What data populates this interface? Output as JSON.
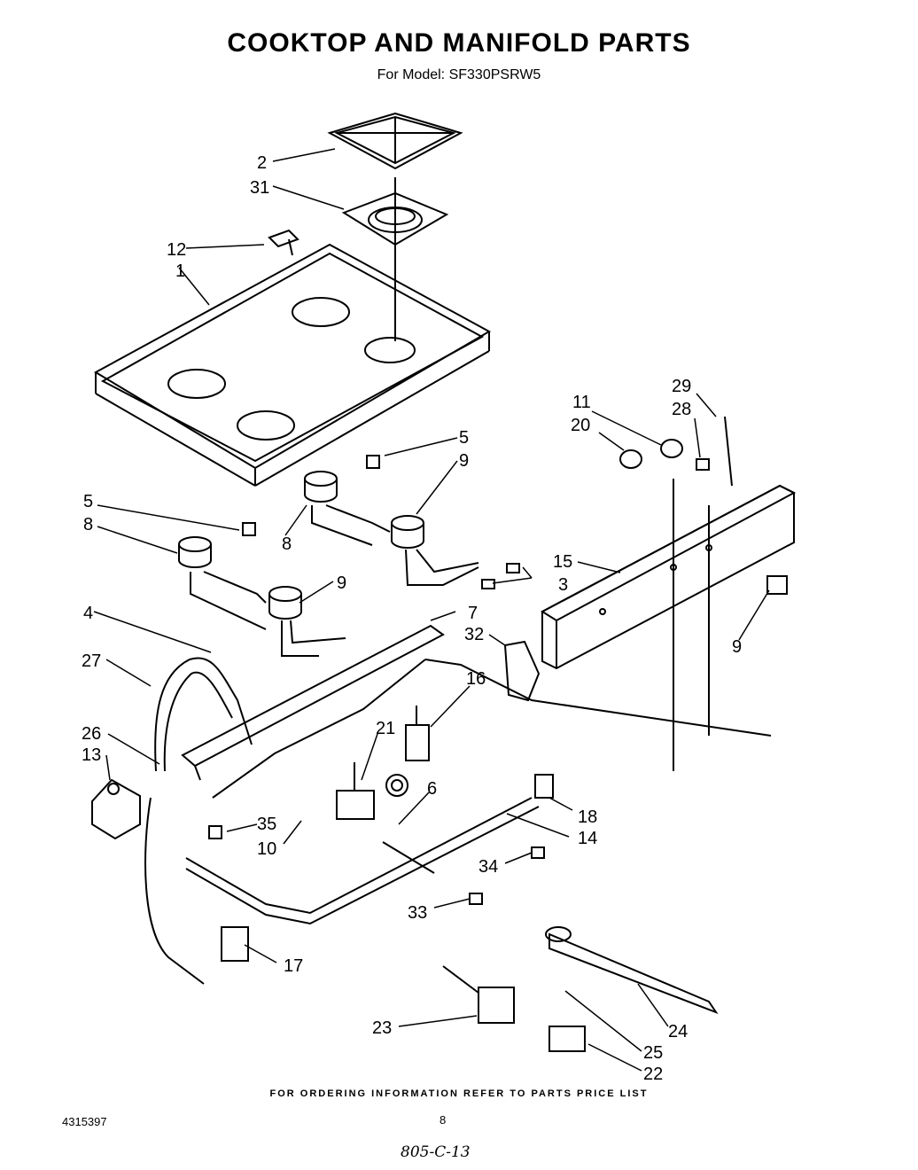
{
  "header": {
    "title": "COOKTOP AND MANIFOLD PARTS",
    "model_prefix": "For Model:",
    "model": "SF330PSRW5"
  },
  "callouts": {
    "c1": "1",
    "c2": "2",
    "c31": "31",
    "c12": "12",
    "c5a": "5",
    "c9a": "9",
    "c5b": "5",
    "c8a": "8",
    "c8b": "8",
    "c9b": "9",
    "c3": "3",
    "c4": "4",
    "c7": "7",
    "c27": "27",
    "c26": "26",
    "c13": "13",
    "c21": "21",
    "c16": "16",
    "c6": "6",
    "c35": "35",
    "c10": "10",
    "c18": "18",
    "c14": "14",
    "c34": "34",
    "c33": "33",
    "c17": "17",
    "c23": "23",
    "c24": "24",
    "c25": "25",
    "c22": "22",
    "c11": "11",
    "c20": "20",
    "c29": "29",
    "c28": "28",
    "c15": "15",
    "c32": "32",
    "c9c": "9"
  },
  "footer": {
    "ordering_note": "FOR ORDERING INFORMATION REFER TO PARTS PRICE LIST",
    "doc_number": "4315397",
    "page_number": "8",
    "handwritten_note": "805-C-13"
  }
}
